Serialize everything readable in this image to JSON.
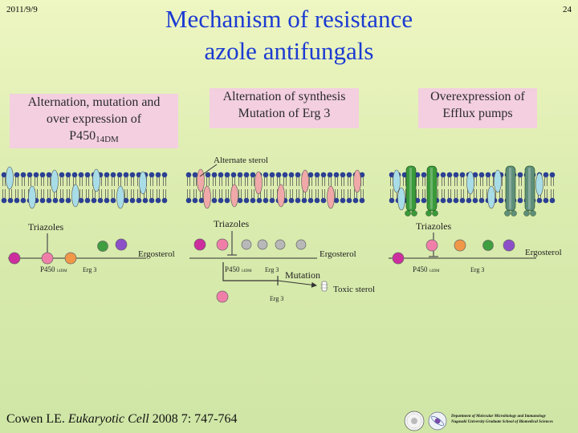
{
  "header": {
    "date": "2011/9/9",
    "page_number": "24",
    "title_line1": "Mechanism of resistance",
    "title_line2": "azole antifungals"
  },
  "mechanisms": {
    "box1_line1": "Alternation, mutation and",
    "box1_line2": "over expression of",
    "box1_line3_main": "P450",
    "box1_line3_sub": "14DM",
    "box2_line1": "Alternation of synthesis",
    "box2_line2": "Mutation of Erg 3",
    "box3_line1": "Overexpression of",
    "box3_line2": "Efflux pumps"
  },
  "diagram_labels": {
    "alternate_sterol": "Alternate sterol",
    "triazoles": "Triazoles",
    "ergosterol": "Ergosterol",
    "p450": "P450",
    "p450_sub": "14DM",
    "erg3": "Erg 3",
    "mutation": "Mutation",
    "toxic_sterol": "Toxic sterol"
  },
  "footer": {
    "citation_author": "Cowen LE. ",
    "citation_journal": "Eukaryotic Cell",
    "citation_rest": " 2008 7: 747-764",
    "dept_line1": "Department of Molecular Microbiology and Immunology",
    "dept_line2": "Nagasaki University Graduate School of Biomedical Sciences"
  },
  "colors": {
    "title": "#1c3bd2",
    "box_fill": "#f3cfe0",
    "lipid_head": "#2b3f93",
    "ergosterol_oval": "#a8dde8",
    "alternate_sterol_oval": "#f0a8a8",
    "pump_green": "#3a9a3a",
    "pump_teal": "#5f8f7a",
    "dot_magenta": "#cc2e9d",
    "dot_pink": "#ef7fa8",
    "dot_orange": "#f09848",
    "dot_green": "#3f9f3f",
    "dot_gray": "#b8b8b8",
    "dot_purple": "#8c4fc8"
  }
}
